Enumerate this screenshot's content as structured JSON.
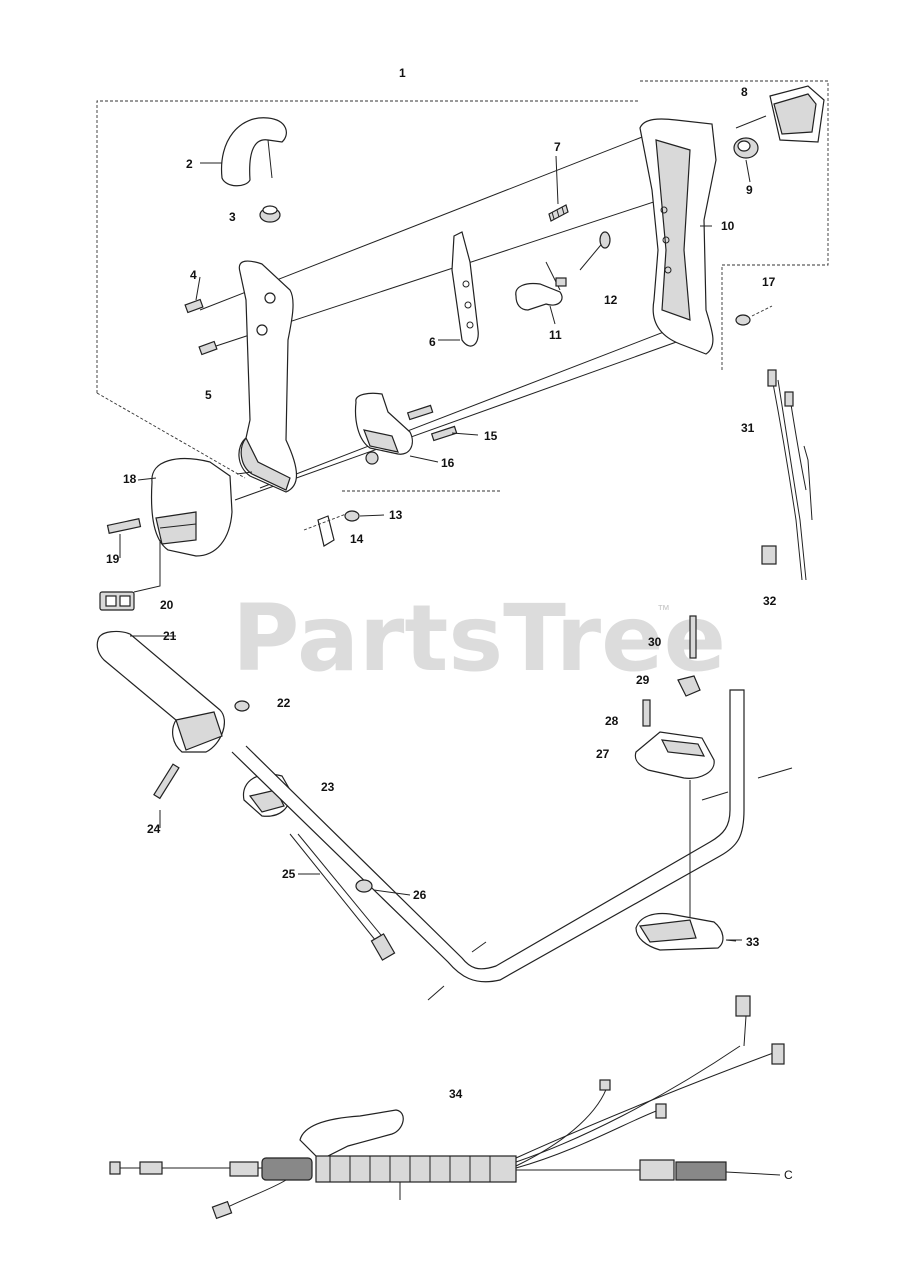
{
  "watermark": {
    "text": "PartsTree",
    "mark": "™"
  },
  "callouts": {
    "c1": "1",
    "c2": "2",
    "c3": "3",
    "c4": "4",
    "c5": "5",
    "c6": "6",
    "c7": "7",
    "c8": "8",
    "c9": "9",
    "c10": "10",
    "c11": "11",
    "c12": "12",
    "c13": "13",
    "c14": "14",
    "c15": "15",
    "c16": "16",
    "c17": "17",
    "c18": "18",
    "c19": "19",
    "c20": "20",
    "c21": "21",
    "c22": "22",
    "c23": "23",
    "c24": "24",
    "c25": "25",
    "c26": "26",
    "c27": "27",
    "c28": "28",
    "c29": "29",
    "c30": "30",
    "c31": "31",
    "c32": "32",
    "c33": "33",
    "c34": "34"
  },
  "end_marker": "C"
}
